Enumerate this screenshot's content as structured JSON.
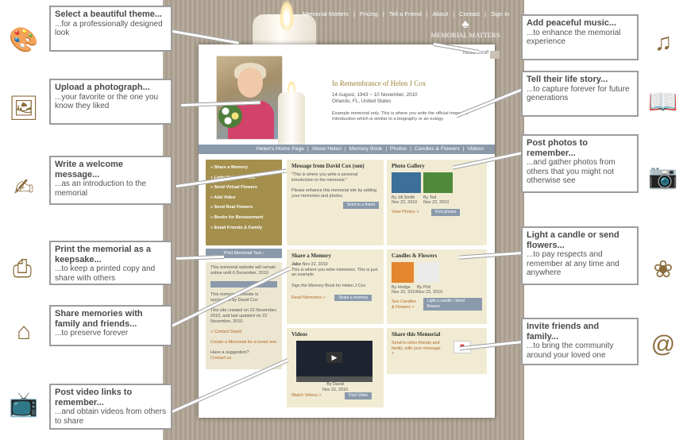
{
  "site": {
    "nav": [
      "Memorial Matters",
      "|",
      "Pricing",
      "|",
      "Tell a Friend",
      "|",
      "About",
      "|",
      "Contact",
      "|",
      "Sign In"
    ],
    "logo": "MEMORIAL MATTERS",
    "music_label": "music",
    "music_on": "on",
    "music_sep": "/",
    "music_off": "off"
  },
  "memorial": {
    "title": "In Remembrance of Helen J Cox",
    "dates": "14 August, 1943 ~ 10 November, 2010",
    "location": "Orlando, FL, United States",
    "intro": "Example memorial only. This is where you write the official memorial Introduction which is similar to a biography or an eulogy."
  },
  "menu": [
    "Helen's Home Page",
    "|",
    "About Helen",
    "|",
    "Memory Book",
    "|",
    "Photos",
    "|",
    "Candles & Flowers",
    "|",
    "Videos"
  ],
  "sidebar": {
    "items": [
      "» Share a Memory",
      "» Light Virtual Candle",
      "» Send Virtual Flowers",
      "» Add Video",
      "» Send Real Flowers",
      "» Books for Bereavement",
      "» Email Friends & Family"
    ],
    "print_button": "Print Memorial Text",
    "online_text": "This memorial website will remain online until 6 December, 2010",
    "sponsor_text": "This memorial website is sponsored by David Cox",
    "created_text": "This site created on 22 November, 2010, and last updated on 22 November, 2010.",
    "contact_link": "> Contact David",
    "create_link": "Create a Memorial for a loved one",
    "suggestion": "Have a suggestion?",
    "contact_us": "Contact us"
  },
  "message": {
    "title": "Message from David Cox (son)",
    "body": "\"This is where you write a personal introduction to the memorial.\"",
    "enhance": "Please enhance this memorial site by adding your memories and photos.",
    "button": "Send to a friend"
  },
  "gallery": {
    "title": "Photo Gallery",
    "photos": [
      {
        "by": "By Jill Smith",
        "date": "Nov 22, 2010"
      },
      {
        "by": "By Ted",
        "date": "Nov 22, 2010"
      }
    ],
    "view_link": "View Photos >",
    "button": "Post photos"
  },
  "share_memory": {
    "title": "Share a Memory",
    "author": "Jake",
    "date": "Nov 22, 2010",
    "body": "This is where you write memories. This is just an example.",
    "sign": "Sign the Memory Book for Helen J Cox",
    "read_link": "Read Memories >",
    "button": "Share a memory"
  },
  "candles": {
    "title": "Candles & Flowers",
    "items": [
      {
        "by": "By Hodge",
        "date": "Nov 22, 2010"
      },
      {
        "by": "By Phil",
        "date": "Nov 22, 2010"
      }
    ],
    "see_link": "See Candles & Flowers >",
    "button": "Light a candle / Send flowers"
  },
  "videos": {
    "title": "Videos",
    "by": "By David",
    "date": "Nov 22, 2010",
    "watch_link": "Watch Videos >",
    "button": "Post Video"
  },
  "share_memorial": {
    "title": "Share this Memorial",
    "body": "Send to other friends and family, with your message >"
  },
  "callouts": {
    "theme": {
      "head": "Select a beautiful theme...",
      "sub": "...for a professionally designed look"
    },
    "photo": {
      "head": "Upload a photograph...",
      "sub": "...your favorite or the one you know they liked"
    },
    "welcome": {
      "head": "Write a welcome message...",
      "sub": "...as an introduction to the memorial"
    },
    "print": {
      "head": "Print the memorial as a keepsake...",
      "sub": "...to keep a printed copy and share with others"
    },
    "share": {
      "head": "Share memories with family and friends...",
      "sub": "...to preserve forever"
    },
    "video": {
      "head": "Post video links to remember...",
      "sub": "...and obtain videos from others to share"
    },
    "music": {
      "head": "Add peaceful music...",
      "sub": "...to enhance the memorial experience"
    },
    "story": {
      "head": "Tell their life story...",
      "sub": "...to capture forever for future generations"
    },
    "photos": {
      "head": "Post photos to remember...",
      "sub": "...and gather photos from others that you might not otherwise see"
    },
    "candle": {
      "head": "Light a candle or send flowers...",
      "sub": "...to pay respects and remember at any time and anywhere"
    },
    "invite": {
      "head": "Invite friends and family...",
      "sub": "...to bring the community around your loved one"
    }
  },
  "icons": {
    "left": [
      "palette-icon",
      "photo-frame-icon",
      "letter-quill-icon",
      "printer-icon",
      "house-icon",
      "television-icon"
    ],
    "right": [
      "music-cd-icon",
      "open-book-icon",
      "camera-icon",
      "candle-flower-icon",
      "email-icon"
    ]
  }
}
